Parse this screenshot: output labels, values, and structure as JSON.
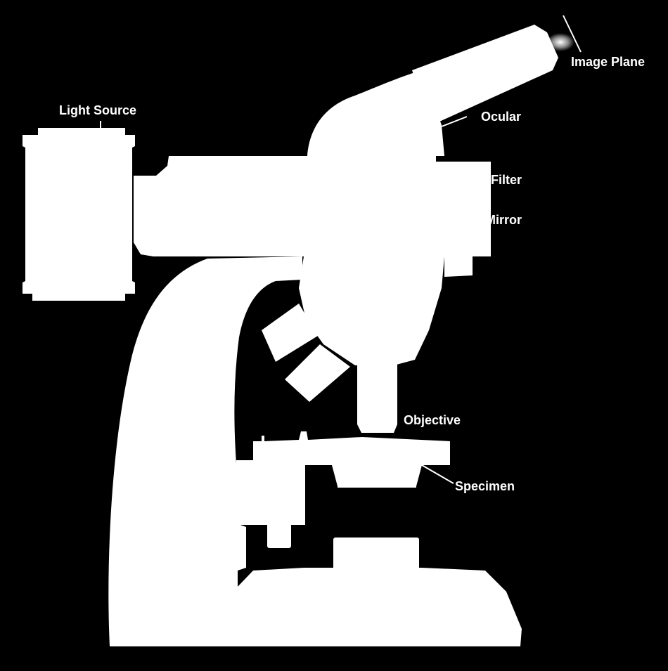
{
  "colors": {
    "background": "#000000",
    "silhouette": "#ffffff",
    "label": "#ffffff"
  },
  "labels": {
    "light_source": "Light Source",
    "image_plane": "Image Plane",
    "ocular": "Ocular",
    "filter": "Filter",
    "mirror": "Mirror",
    "objective": "Objective",
    "specimen": "Specimen"
  }
}
